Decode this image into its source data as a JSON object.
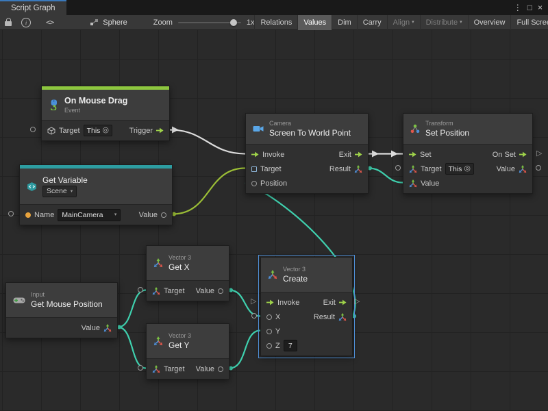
{
  "window": {
    "tab_title": "Script Graph"
  },
  "toolbar": {
    "target_name": "Sphere",
    "zoom_label": "Zoom",
    "zoom_value": "1x",
    "buttons": [
      {
        "label": "Relations",
        "active": false
      },
      {
        "label": "Values",
        "active": true
      },
      {
        "label": "Dim",
        "active": false
      },
      {
        "label": "Carry",
        "active": false
      },
      {
        "label": "Align",
        "active": false,
        "disabled": true,
        "dropdown": true
      },
      {
        "label": "Distribute",
        "active": false,
        "disabled": true,
        "dropdown": true
      },
      {
        "label": "Overview",
        "active": false
      },
      {
        "label": "Full Screen",
        "active": false
      }
    ]
  },
  "nodes": {
    "on_mouse_drag": {
      "title": "On Mouse Drag",
      "subtitle": "Event",
      "target_label": "Target",
      "target_value": "This",
      "trigger_label": "Trigger"
    },
    "get_variable": {
      "title": "Get Variable",
      "scope": "Scene",
      "name_label": "Name",
      "name_value": "MainCamera",
      "value_label": "Value"
    },
    "screen_to_world_point": {
      "category": "Camera",
      "title": "Screen To World Point",
      "invoke_label": "Invoke",
      "exit_label": "Exit",
      "target_label": "Target",
      "result_label": "Result",
      "position_label": "Position"
    },
    "set_position": {
      "category": "Transform",
      "title": "Set Position",
      "set_label": "Set",
      "on_set_label": "On Set",
      "target_label": "Target",
      "target_value": "This",
      "value_out_label": "Value",
      "value_in_label": "Value"
    },
    "get_x": {
      "category": "Vector 3",
      "title": "Get X",
      "target_label": "Target",
      "value_label": "Value"
    },
    "get_y": {
      "category": "Vector 3",
      "title": "Get Y",
      "target_label": "Target",
      "value_label": "Value"
    },
    "get_mouse_position": {
      "category": "Input",
      "title": "Get Mouse Position",
      "value_label": "Value"
    },
    "create_vector3": {
      "category": "Vector 3",
      "title": "Create",
      "invoke_label": "Invoke",
      "exit_label": "Exit",
      "x_label": "X",
      "result_label": "Result",
      "y_label": "Y",
      "z_label": "Z",
      "z_value": "7"
    }
  },
  "icons": {
    "kebab": "⋮",
    "maximize": "□",
    "close": "×",
    "caret_down": "▾",
    "info": "i",
    "code": "<>",
    "target_picker": "◎",
    "flow_marker": "▷"
  },
  "colors": {
    "flow_green": "#9fd34a",
    "teal_wire": "#3fd0ae",
    "olive_wire": "#9cbf36",
    "white_wire": "#dcdcdc",
    "selection_blue": "#4f8fd6",
    "event_strip": "#8dc63f",
    "variable_strip": "#2d9da1"
  }
}
